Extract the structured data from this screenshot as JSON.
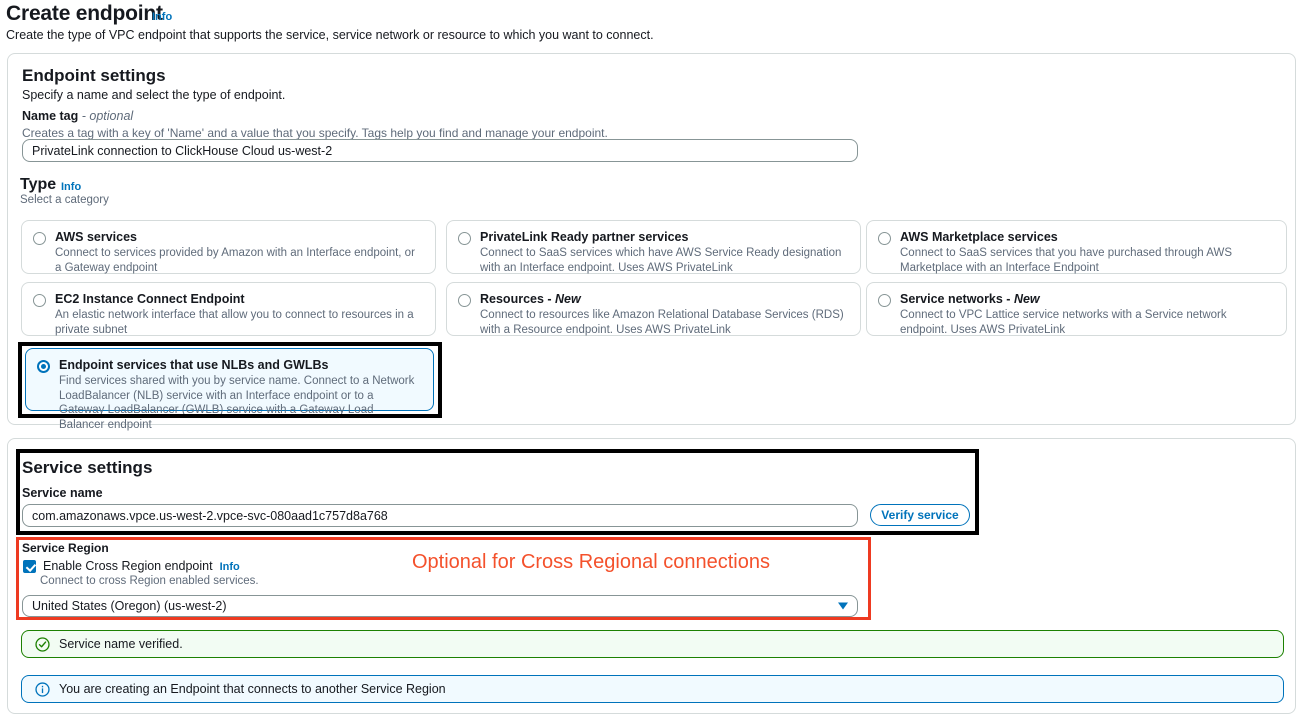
{
  "header": {
    "title": "Create endpoint",
    "info_label": "Info",
    "subtitle": "Create the type of VPC endpoint that supports the service, service network or resource to which you want to connect."
  },
  "endpoint_settings": {
    "title": "Endpoint settings",
    "subtitle": "Specify a name and select the type of endpoint.",
    "name_tag": {
      "label": "Name tag",
      "optional_suffix": "- optional",
      "description": "Creates a tag with a key of 'Name' and a value that you specify. Tags help you find and manage your endpoint.",
      "value": "PrivateLink connection to ClickHouse Cloud us-west-2"
    },
    "type": {
      "label": "Type",
      "info_label": "Info",
      "description": "Select a category",
      "options": [
        {
          "title": "AWS services",
          "description": "Connect to services provided by Amazon with an Interface endpoint, or a Gateway endpoint",
          "selected": false
        },
        {
          "title": "PrivateLink Ready partner services",
          "description": "Connect to SaaS services which have AWS Service Ready designation with an Interface endpoint. Uses AWS PrivateLink",
          "selected": false
        },
        {
          "title": "AWS Marketplace services",
          "description": "Connect to SaaS services that you have purchased through AWS Marketplace with an Interface Endpoint",
          "selected": false
        },
        {
          "title": "EC2 Instance Connect Endpoint",
          "description": "An elastic network interface that allow you to connect to resources in a private subnet",
          "selected": false
        },
        {
          "title": "Resources - ",
          "badge": "New",
          "description": "Connect to resources like Amazon Relational Database Services (RDS) with a Resource endpoint. Uses AWS PrivateLink",
          "selected": false
        },
        {
          "title": "Service networks - ",
          "badge": "New",
          "description": "Connect to VPC Lattice service networks with a Service network endpoint. Uses AWS PrivateLink",
          "selected": false
        },
        {
          "title": "Endpoint services that use NLBs and GWLBs",
          "description": "Find services shared with you by service name. Connect to a Network LoadBalancer (NLB) service with an Interface endpoint or to a Gateway LoadBalancer (GWLB) service with a Gateway Load Balancer endpoint",
          "selected": true
        }
      ]
    }
  },
  "service_settings": {
    "title": "Service settings",
    "service_name": {
      "label": "Service name",
      "value": "com.amazonaws.vpce.us-west-2.vpce-svc-080aad1c757d8a768"
    },
    "verify_button_label": "Verify service",
    "service_region": {
      "label": "Service Region",
      "checkbox_label": "Enable Cross Region endpoint",
      "checkbox_info_label": "Info",
      "checkbox_checked": true,
      "checkbox_description": "Connect to cross Region enabled services.",
      "selected_region": "United States (Oregon) (us-west-2)"
    }
  },
  "alerts": [
    {
      "type": "success",
      "icon": "check-circle-icon",
      "message": "Service name verified.",
      "color": "#1d8102"
    },
    {
      "type": "info",
      "icon": "info-circle-icon",
      "message": "You are creating an Endpoint that connects to another Service Region",
      "color": "#0073bb"
    }
  ],
  "annotations": [
    {
      "shape": "rectangle",
      "color": "#000000",
      "target": "selected-type-card"
    },
    {
      "shape": "rectangle",
      "color": "#000000",
      "target": "service-settings-name"
    },
    {
      "shape": "rectangle",
      "color": "#ee3a21",
      "target": "service-region"
    },
    {
      "shape": "text",
      "color": "#f4512c",
      "text": "Optional for Cross Regional connections"
    }
  ]
}
